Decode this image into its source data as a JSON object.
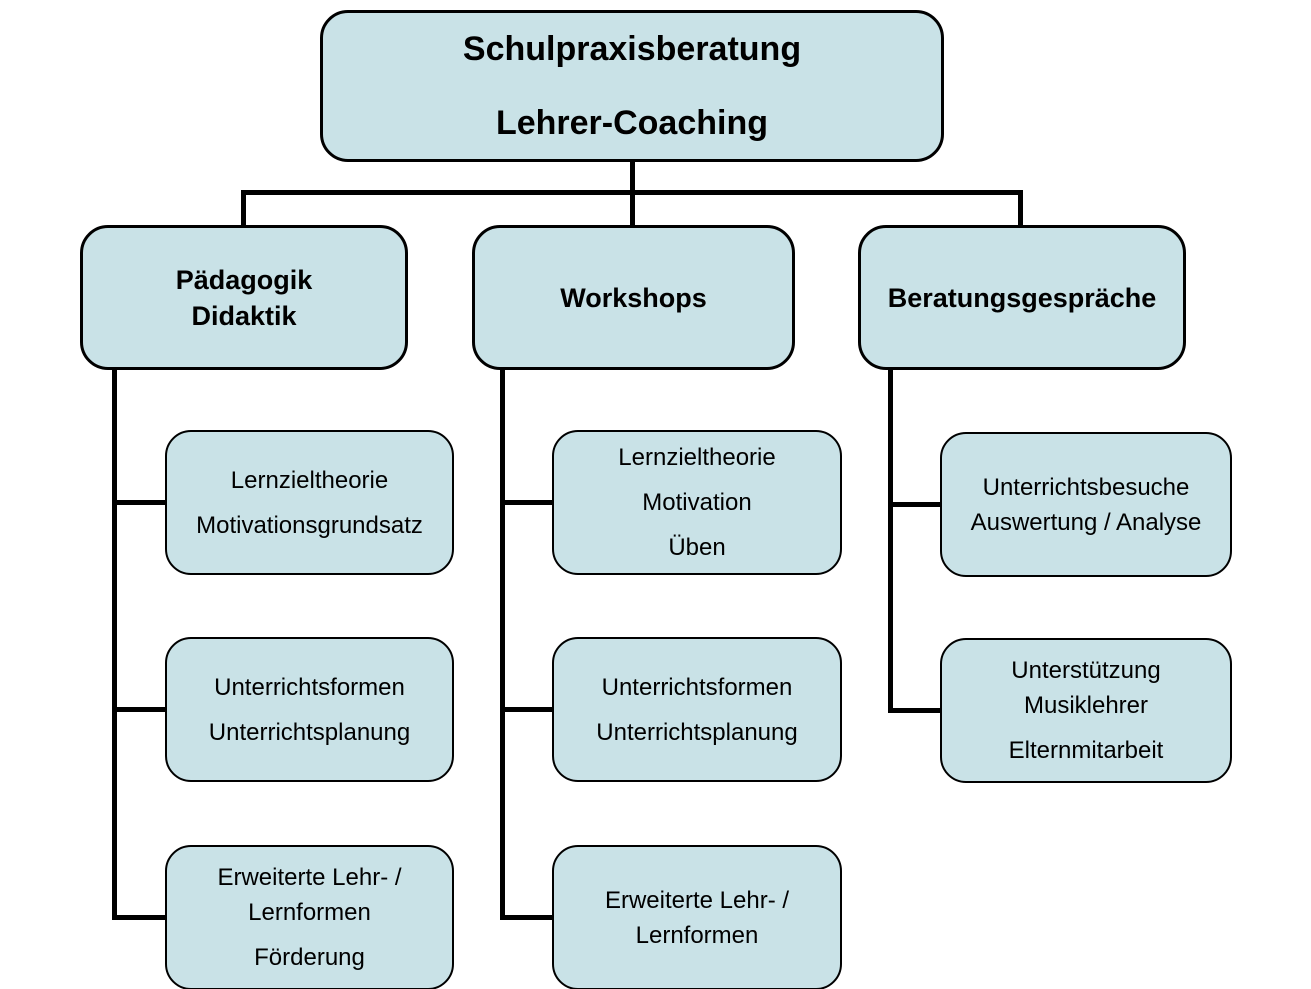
{
  "colors": {
    "background": "#ffffff",
    "node_fill": "#c9e2e7",
    "node_border": "#000000",
    "connector": "#000000",
    "text": "#000000"
  },
  "root": {
    "title": "Schulpraxisberatung\nLehrer-Coaching"
  },
  "columns": [
    {
      "title": "Pädagogik\nDidaktik",
      "children": [
        {
          "paragraphs": [
            "Lernzieltheorie",
            "Motivationsgrundsatz"
          ]
        },
        {
          "paragraphs": [
            "Unterrichtsformen",
            "Unterrichtsplanung"
          ]
        },
        {
          "paragraphs": [
            "Erweiterte Lehr- / Lernformen",
            "Förderung"
          ]
        }
      ]
    },
    {
      "title": "Workshops",
      "children": [
        {
          "paragraphs": [
            "Lernzieltheorie",
            "Motivation",
            "Üben"
          ]
        },
        {
          "paragraphs": [
            "Unterrichtsformen",
            "Unterrichtsplanung"
          ]
        },
        {
          "paragraphs": [
            "Erweiterte Lehr- / Lernformen"
          ]
        }
      ]
    },
    {
      "title": "Beratungsgespräche",
      "children": [
        {
          "paragraphs": [
            "Unterrichtsbesuche Auswertung / Analyse"
          ]
        },
        {
          "paragraphs": [
            "Unterstützung Musiklehrer",
            "Elternmitarbeit"
          ]
        }
      ]
    }
  ]
}
